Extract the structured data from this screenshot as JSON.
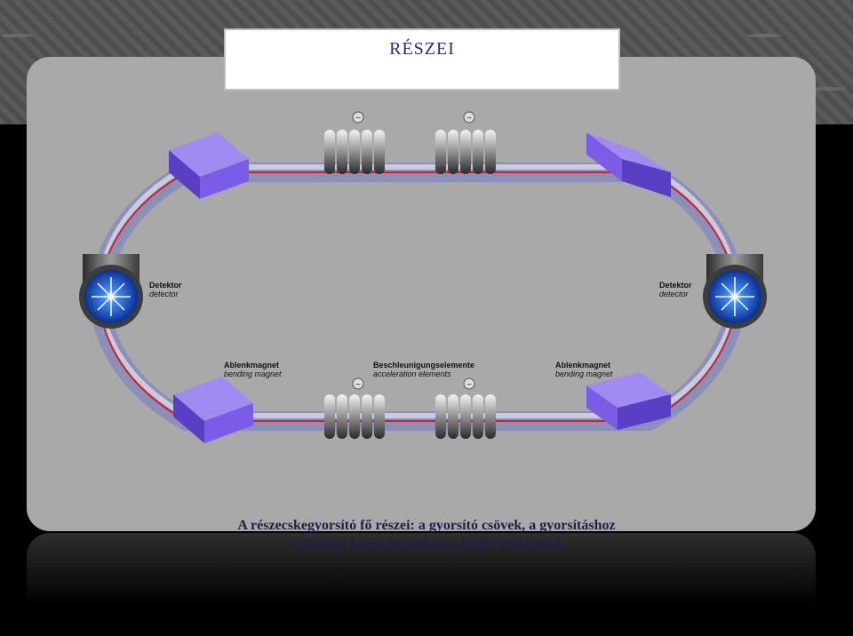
{
  "title": "RÉSZEI",
  "caption": {
    "line1": "A részecskegyorsító fő részei: a gyorsító csövek, a gyorsításhoz",
    "line2": "szükséges berendezések és a hajlító mágnesek"
  },
  "labels": {
    "detector_left": "Detektor",
    "detector_left_sub": "detector",
    "detector_right": "Detektor",
    "detector_right_sub": "detector",
    "bending_left": "Ablenkmagnet",
    "bending_left_sub": "bending magnet",
    "bending_right": "Ablenkmagnet",
    "bending_right_sub": "bending magnet",
    "acceleration": "Beschleunigungselemente",
    "acceleration_sub": "acceleration elements",
    "ac_symbol": "~"
  },
  "colors": {
    "panel": "#a9a9a9",
    "magnet": "#7b5ce6",
    "beam": "#d21f2c",
    "pipe": "#8a90b8",
    "detector_core": "#1e56d6"
  }
}
